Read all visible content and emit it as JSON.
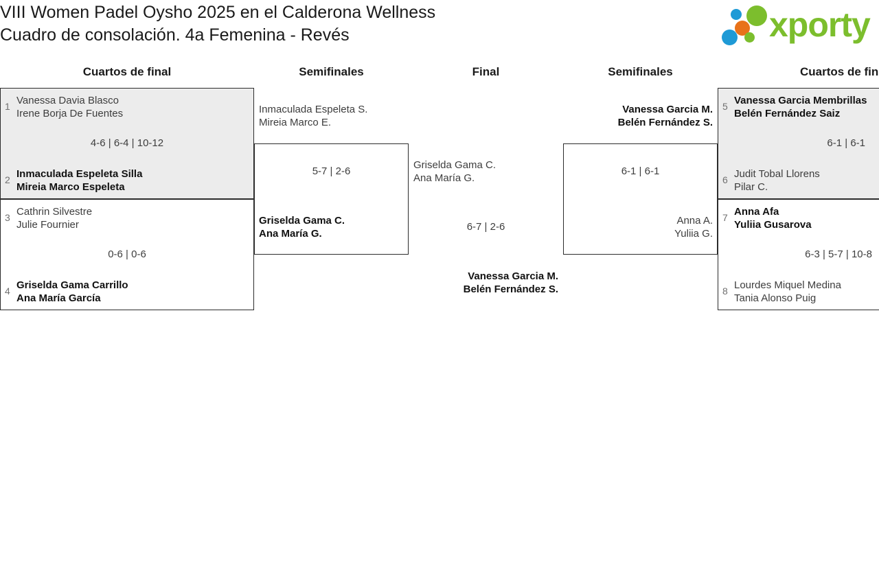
{
  "header": {
    "title_line1": "VIII Women Padel Oysho 2025 en el Calderona Wellness",
    "title_line2": "Cuadro de consolación. 4a Femenina - Revés",
    "logo_text": "xporty",
    "logo_colors": {
      "green": "#7cbe2d",
      "blue": "#1e9ad6",
      "orange": "#e8721a"
    }
  },
  "rounds": [
    {
      "label": "Cuartos de final"
    },
    {
      "label": "Semifinales"
    },
    {
      "label": "Final"
    },
    {
      "label": "Semifinales"
    },
    {
      "label": "Cuartos de fin"
    }
  ],
  "matches": {
    "qf_left_1": {
      "score": "4-6 | 6-4 | 10-12",
      "highlighted": true,
      "top": {
        "seed": "1",
        "p1": "Vanessa Davia Blasco",
        "p2": "Irene Borja De Fuentes",
        "winner": false
      },
      "bottom": {
        "seed": "2",
        "p1": "Inmaculada Espeleta Silla",
        "p2": "Mireia Marco Espeleta",
        "winner": true
      }
    },
    "qf_left_2": {
      "score": "0-6 | 0-6",
      "highlighted": false,
      "top": {
        "seed": "3",
        "p1": "Cathrin Silvestre",
        "p2": "Julie Fournier",
        "winner": false
      },
      "bottom": {
        "seed": "4",
        "p1": "Griselda Gama Carrillo",
        "p2": "Ana María García",
        "winner": true
      }
    },
    "sf_left": {
      "score": "5-7 | 2-6",
      "highlighted": false,
      "top": {
        "p1": "Inmaculada Espeleta S.",
        "p2": "Mireia Marco E.",
        "winner": false
      },
      "bottom": {
        "p1": "Griselda Gama C.",
        "p2": "Ana María G.",
        "winner": true
      }
    },
    "final": {
      "score": "6-7 | 2-6",
      "top": {
        "p1": "Griselda Gama C.",
        "p2": "Ana María G.",
        "winner": false
      },
      "bottom": {
        "p1": "Vanessa Garcia M.",
        "p2": "Belén Fernández S.",
        "winner": true
      }
    },
    "sf_right": {
      "score": "6-1 | 6-1",
      "highlighted": false,
      "top": {
        "p1": "Vanessa Garcia M.",
        "p2": "Belén Fernández S.",
        "winner": true
      },
      "bottom": {
        "p1": "Anna A.",
        "p2": "Yuliia G.",
        "winner": false
      }
    },
    "qf_right_1": {
      "score": "6-1 | 6-1",
      "highlighted": true,
      "top": {
        "seed": "5",
        "p1": "Vanessa Garcia Membrillas",
        "p2": "Belén Fernández Saiz",
        "winner": true
      },
      "bottom": {
        "seed": "6",
        "p1": "Judit Tobal Llorens",
        "p2": "Pilar C.",
        "winner": false
      }
    },
    "qf_right_2": {
      "score": "6-3 | 5-7 | 10-8",
      "highlighted": false,
      "top": {
        "seed": "7",
        "p1": "Anna Afa",
        "p2": "Yuliia Gusarova",
        "winner": true
      },
      "bottom": {
        "seed": "8",
        "p1": "Lourdes Miquel Medina",
        "p2": "Tania Alonso Puig",
        "winner": false
      }
    }
  }
}
